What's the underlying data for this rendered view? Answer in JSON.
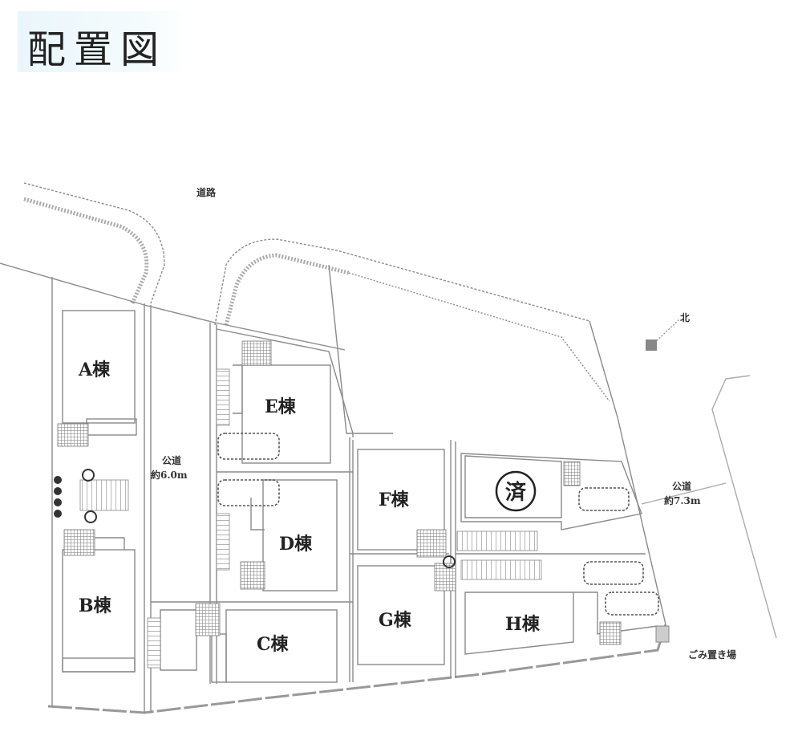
{
  "title": "配置図",
  "road_label": "道路",
  "north_label": "北",
  "public_roads": [
    {
      "name": "公道",
      "width": "約6.0m"
    },
    {
      "name": "公道",
      "width": "約7.3m"
    }
  ],
  "garbage_label": "ごみ置き場",
  "sold_mark": "済",
  "buildings": [
    {
      "id": "A",
      "label": "A棟"
    },
    {
      "id": "B",
      "label": "B棟"
    },
    {
      "id": "C",
      "label": "C棟"
    },
    {
      "id": "D",
      "label": "D棟"
    },
    {
      "id": "E",
      "label": "E棟"
    },
    {
      "id": "F",
      "label": "F棟"
    },
    {
      "id": "G",
      "label": "G棟"
    },
    {
      "id": "H",
      "label": "H棟"
    }
  ],
  "colors": {
    "line": "#8a8a8a",
    "dark_line": "#555555",
    "title_bg": "#eaf6fb",
    "text": "#222222"
  }
}
